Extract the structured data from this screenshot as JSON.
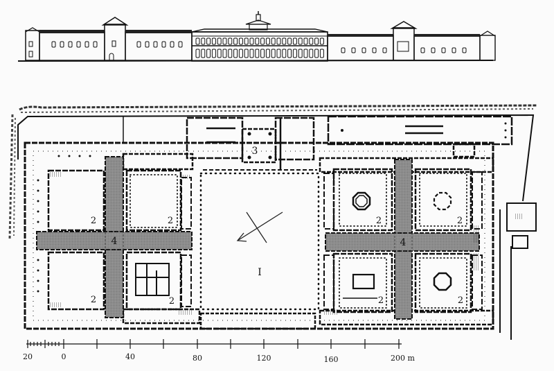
{
  "figure": {
    "type": "architectural-drawing",
    "views": [
      "elevation-section",
      "ground-plan"
    ],
    "colors": {
      "background": "#fbfbfb",
      "ink": "#111111",
      "corridor_fill": "#8a8a8a"
    }
  },
  "plan": {
    "labels": {
      "courtyard_main": "I",
      "cloister_nw_top": "2",
      "cloister_nw_bottom": "2",
      "cloister_ne_top": "2",
      "cloister_ne_bottom": "2",
      "cloister_e1_top": "2",
      "cloister_e2_top": "2",
      "cloister_e1_bottom": "2",
      "cloister_e2_bottom": "2",
      "chapel": "3",
      "crossing_west": "4",
      "crossing_east": "4"
    },
    "symbols": [
      "north-arrow"
    ]
  },
  "scale_bar": {
    "unit": "m",
    "ticks": [
      "20",
      "0",
      "40",
      "80",
      "120",
      "160",
      "200 m"
    ]
  }
}
